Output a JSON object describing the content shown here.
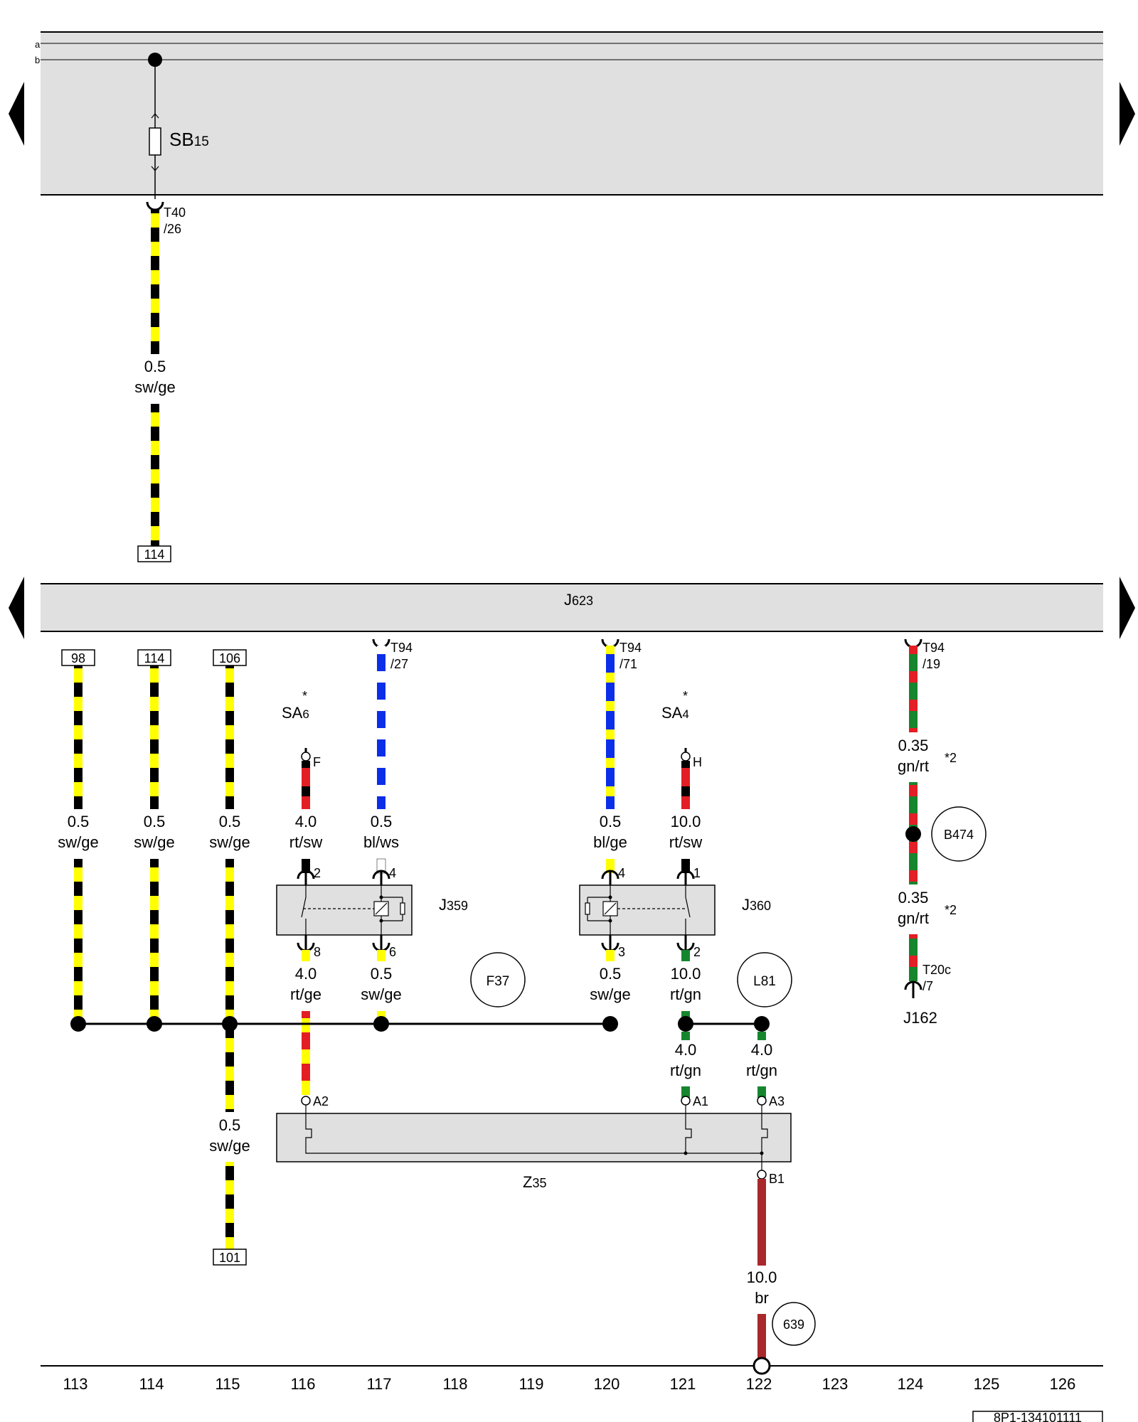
{
  "bus": {
    "a_label": "a",
    "b_label": "b"
  },
  "components": {
    "sb15": "SB",
    "sb15_sub": "15",
    "j623": "J",
    "j623_sub": "623",
    "j359": "J",
    "j359_sub": "359",
    "j360": "J",
    "j360_sub": "360",
    "z35": "Z",
    "z35_sub": "35",
    "j162": "J162",
    "sa6": "SA",
    "sa6_sub": "6",
    "sa4": "SA",
    "sa4_sub": "4",
    "asterisk": "*"
  },
  "connectors": {
    "t40_a": "T40",
    "t40_b": "/26",
    "t94_27_a": "T94",
    "t94_27_b": "/27",
    "t94_71_a": "T94",
    "t94_71_b": "/71",
    "t94_19_a": "T94",
    "t94_19_b": "/19",
    "t20c_a": "T20c",
    "t20c_b": "/7"
  },
  "pins": {
    "f": "F",
    "h": "H",
    "j359_2": "2",
    "j359_4": "4",
    "j359_8": "8",
    "j359_6": "6",
    "j360_4": "4",
    "j360_1": "1",
    "j360_3": "3",
    "j360_2": "2",
    "a1": "A1",
    "a2": "A2",
    "a3": "A3",
    "b1": "B1"
  },
  "wires": {
    "w1": [
      "0.5",
      "sw/ge"
    ],
    "w113": [
      "0.5",
      "sw/ge"
    ],
    "w114": [
      "0.5",
      "sw/ge"
    ],
    "w115": [
      "0.5",
      "sw/ge"
    ],
    "w115b": [
      "0.5",
      "sw/ge"
    ],
    "w116a": [
      "4.0",
      "rt/sw"
    ],
    "w116b": [
      "4.0",
      "rt/ge"
    ],
    "w117a": [
      "0.5",
      "bl/ws"
    ],
    "w117b": [
      "0.5",
      "sw/ge"
    ],
    "w120a": [
      "0.5",
      "bl/ge"
    ],
    "w120b": [
      "0.5",
      "sw/ge"
    ],
    "w121a": [
      "10.0",
      "rt/sw"
    ],
    "w121b": [
      "10.0",
      "rt/gn"
    ],
    "w121c": [
      "4.0",
      "rt/gn"
    ],
    "w122": [
      "4.0",
      "rt/gn"
    ],
    "w122b": [
      "10.0",
      "br"
    ],
    "w124a": [
      "0.35",
      "gn/rt"
    ],
    "w124b": [
      "0.35",
      "gn/rt"
    ],
    "note": "*2"
  },
  "refs": {
    "r114_top": "114",
    "r98": "98",
    "r114": "114",
    "r106": "106",
    "r101": "101"
  },
  "circles": {
    "f37": "F37",
    "l81": "L81",
    "b474": "B474",
    "c639": "639"
  },
  "grid": [
    "113",
    "114",
    "115",
    "116",
    "117",
    "118",
    "119",
    "120",
    "121",
    "122",
    "123",
    "124",
    "125",
    "126"
  ],
  "code": "8P1-134101111",
  "colors": {
    "sw": "#000000",
    "ge": "#ffff00",
    "rt": "#e31e24",
    "bl": "#0b2ee8",
    "ws": "#ffffff",
    "gn": "#16862e",
    "br": "#a8282b",
    "panel": "#e0e0e0"
  }
}
